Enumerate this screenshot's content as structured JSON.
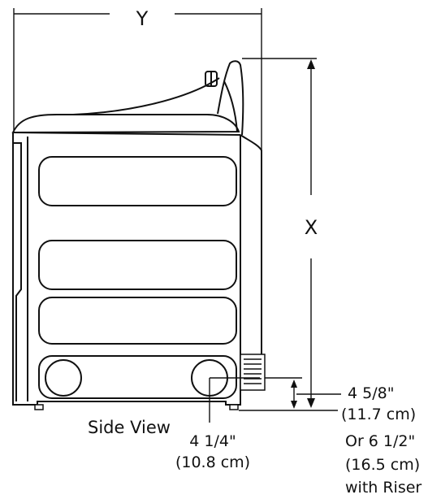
{
  "dimensions": {
    "width_label": "Y",
    "height_label": "X"
  },
  "caption": "Side View",
  "foot_clearance": {
    "inches": "4 1/4\"",
    "cm": "(10.8 cm)"
  },
  "riser_dimension": {
    "line1": "4 5/8\"",
    "line2": "(11.7 cm)",
    "line3": "Or 6 1/2\"",
    "line4": "(16.5 cm)",
    "line5": "with Riser"
  }
}
